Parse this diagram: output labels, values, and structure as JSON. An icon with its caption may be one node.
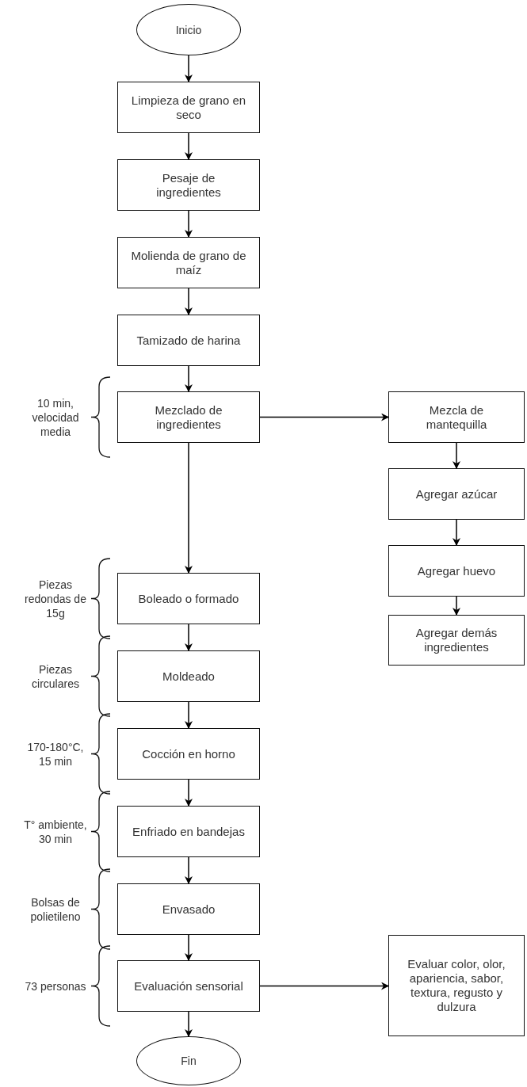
{
  "diagram": {
    "nodes": [
      {
        "text": [
          "Inicio"
        ]
      },
      {
        "text": [
          "Limpieza de grano en seco"
        ]
      },
      {
        "text": [
          "Pesaje de ingredientes"
        ]
      },
      {
        "text": [
          "Molienda de grano de maíz"
        ]
      },
      {
        "text": [
          "Tamizado de harina"
        ]
      },
      {
        "text": [
          "Mezclado de ingredientes"
        ],
        "beside": [
          "10 min, velocidad media"
        ]
      },
      {
        "text": [
          "Mezcla de mantequilla"
        ]
      },
      {
        "text": [
          "Agregar azúcar"
        ]
      },
      {
        "text": [
          "Agregar huevo"
        ]
      },
      {
        "text": [
          "Agregar demás ingredientes"
        ]
      },
      {
        "text": [
          "Boleado o formado"
        ],
        "beside": [
          "Piezas redondas de 15g"
        ]
      },
      {
        "text": [
          "Moldeado"
        ],
        "beside": [
          "Piezas circulares"
        ]
      },
      {
        "text": [
          "Cocción en horno"
        ],
        "beside": [
          "170-180°C, 15 min"
        ]
      },
      {
        "text": [
          "Enfriado en bandejas"
        ],
        "beside": [
          "T° ambiente, 30 min"
        ]
      },
      {
        "text": [
          "Envasado"
        ],
        "beside": [
          "Bolsas de polietileno"
        ]
      },
      {
        "text": [
          "Evaluación sensorial"
        ],
        "beside": [
          "73 personas"
        ]
      },
      {
        "text": [
          "Evaluar color, olor, apariencia, sabor, textura, regusto y dulzura"
        ]
      },
      {
        "text": [
          "Fin"
        ]
      }
    ],
    "edges": [
      {
        "from": 0,
        "to": 1,
        "arrow": "to"
      },
      {
        "from": 1,
        "to": 2,
        "arrow": "to"
      },
      {
        "from": 2,
        "to": 3,
        "arrow": "to"
      },
      {
        "from": 3,
        "to": 4,
        "arrow": "to"
      },
      {
        "from": 4,
        "to": 5,
        "arrow": "to"
      },
      {
        "from": 5,
        "to": 6,
        "arrow": "to"
      },
      {
        "from": 6,
        "to": 7,
        "arrow": "to"
      },
      {
        "from": 7,
        "to": 8,
        "arrow": "to"
      },
      {
        "from": 8,
        "to": 9,
        "arrow": "to"
      },
      {
        "from": 5,
        "to": 10,
        "arrow": "to"
      },
      {
        "from": 10,
        "to": 11,
        "arrow": "to"
      },
      {
        "from": 11,
        "to": 12,
        "arrow": "to"
      },
      {
        "from": 12,
        "to": 13,
        "arrow": "to"
      },
      {
        "from": 13,
        "to": 14,
        "arrow": "to"
      },
      {
        "from": 14,
        "to": 15,
        "arrow": "to"
      },
      {
        "from": 15,
        "to": 16,
        "arrow": "to"
      },
      {
        "from": 15,
        "to": 17,
        "arrow": "to"
      }
    ]
  }
}
